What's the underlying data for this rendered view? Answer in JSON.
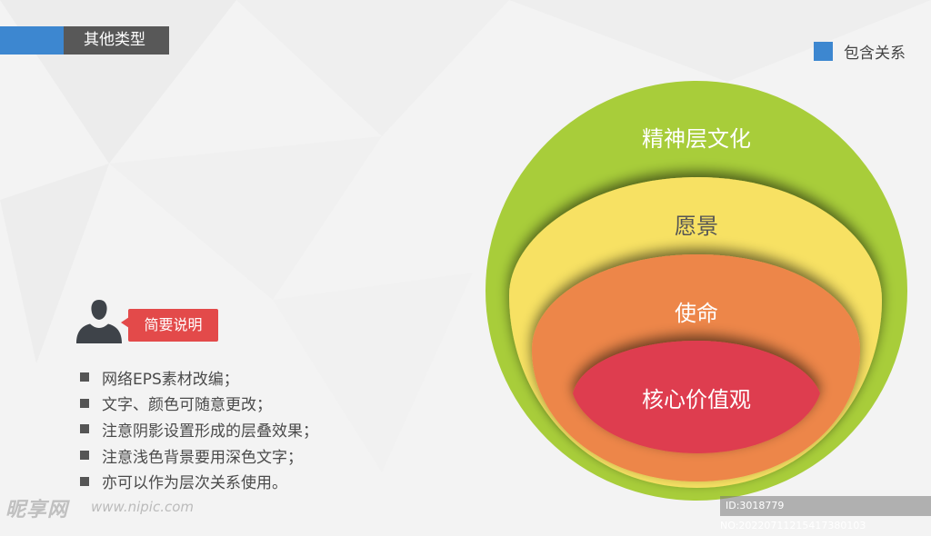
{
  "header": {
    "tag_label": "其他类型"
  },
  "legend": {
    "label": "包含关系",
    "color": "#3d87d0"
  },
  "callout": {
    "label": "简要说明",
    "icon": "person-icon"
  },
  "notes": [
    "网络EPS素材改编；",
    "文字、颜色可随意更改；",
    "注意阴影设置形成的层叠效果；",
    "注意浅色背景要用深色文字；",
    "亦可以作为层次关系使用。"
  ],
  "diagram": {
    "layers": [
      {
        "label": "精神层文化",
        "color": "#a8cd3a"
      },
      {
        "label": "愿景",
        "color": "#f7e163"
      },
      {
        "label": "使命",
        "color": "#ed8649"
      },
      {
        "label": "核心价值观",
        "color": "#de3e4f"
      }
    ]
  },
  "watermark": {
    "logo": "昵享网",
    "url": "www.nipic.com",
    "id": "ID:3018779 NO:20220711215417380103"
  }
}
